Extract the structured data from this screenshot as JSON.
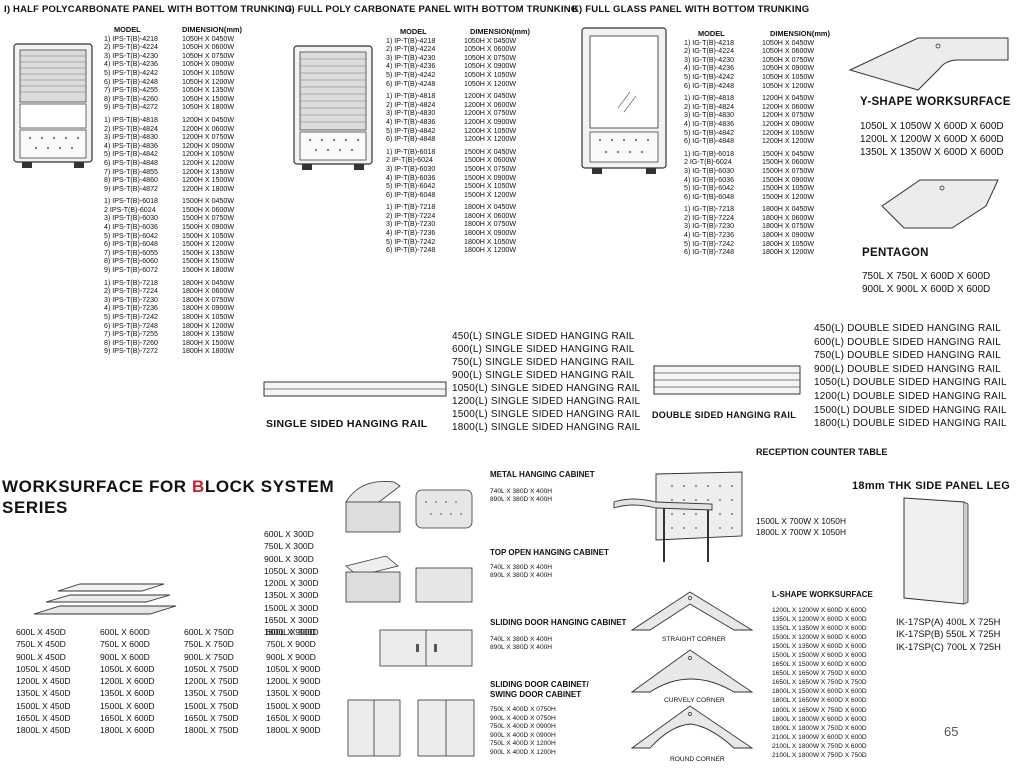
{
  "sec_i": {
    "title": "I) HALF POLYCARBONATE PANEL WITH BOTTOM TRUNKING",
    "col_model": "MODEL",
    "col_dim": "DIMENSION(mm)",
    "groups": [
      [
        [
          "1) IPS-T(B)-4218",
          "1050H X 0450W"
        ],
        [
          "2) IPS-T(B)-4224",
          "1050H X 0600W"
        ],
        [
          "3) IPS-T(B)-4230",
          "1050H X 0750W"
        ],
        [
          "4) IPS-T(B)-4236",
          "1050H X 0900W"
        ],
        [
          "5) IPS-T(B)-4242",
          "1050H X 1050W"
        ],
        [
          "6) IPS-T(B)-4248",
          "1050H X 1200W"
        ],
        [
          "7) IPS-T(B)-4255",
          "1050H X 1350W"
        ],
        [
          "8) IPS-T(B)-4260",
          "1050H X 1500W"
        ],
        [
          "9) IPS-T(B)-4272",
          "1050H X 1800W"
        ]
      ],
      [
        [
          "1) IPS-T(B)-4818",
          "1200H X 0450W"
        ],
        [
          "2) IPS-T(B)-4824",
          "1200H X 0600W"
        ],
        [
          "3) IPS-T(B)-4830",
          "1200H X 0750W"
        ],
        [
          "4) IPS-T(B)-4836",
          "1200H X 0900W"
        ],
        [
          "5) IPS-T(B)-4842",
          "1200H X 1050W"
        ],
        [
          "6) IPS-T(B)-4848",
          "1200H X 1200W"
        ],
        [
          "7) IPS-T(B)-4855",
          "1200H X 1350W"
        ],
        [
          "8) IPS-T(B)-4860",
          "1200H X 1500W"
        ],
        [
          "9) IPS-T(B)-4872",
          "1200H X 1800W"
        ]
      ],
      [
        [
          "1) IPS-T(B)-6018",
          "1500H X 0450W"
        ],
        [
          "2 IPS-T(B)-6024",
          "1500H X 0600W"
        ],
        [
          "3) IPS-T(B)-6030",
          "1500H X 0750W"
        ],
        [
          "4) IPS-T(B)-6036",
          "1500H X 0900W"
        ],
        [
          "5) IPS-T(B)-6042",
          "1500H X 1050W"
        ],
        [
          "6) IPS-T(B)-6048",
          "1500H X 1200W"
        ],
        [
          "7) IPS-T(B)-6055",
          "1500H X 1350W"
        ],
        [
          "8) IPS-T(B)-6060",
          "1500H X 1500W"
        ],
        [
          "9) IPS-T(B)-6072",
          "1500H X 1800W"
        ]
      ],
      [
        [
          "1) IPS-T(B)-7218",
          "1800H X 0450W"
        ],
        [
          "2) IPS-T(B)-7224",
          "1800H X 0600W"
        ],
        [
          "3) IPS-T(B)-7230",
          "1800H X 0750W"
        ],
        [
          "4) IPS-T(B)-7236",
          "1800H X 0900W"
        ],
        [
          "5) IPS-T(B)-7242",
          "1800H X 1050W"
        ],
        [
          "6) IPS-T(B)-7248",
          "1800H X 1200W"
        ],
        [
          "7) IPS-T(B)-7255",
          "1800H X 1350W"
        ],
        [
          "8) IPS-T(B)-7260",
          "1800H X 1500W"
        ],
        [
          "9) IPS-T(B)-7272",
          "1800H X 1800W"
        ]
      ]
    ]
  },
  "sec_j": {
    "title": "J) FULL POLY CARBONATE PANEL WITH BOTTOM TRUNKING",
    "col_model": "MODEL",
    "col_dim": "DIMENSION(mm)",
    "groups": [
      [
        [
          "1) IP-T(B)-4218",
          "1050H X 0450W"
        ],
        [
          "2) IP-T(B)-4224",
          "1050H X 0600W"
        ],
        [
          "3) IP-T(B)-4230",
          "1050H X 0750W"
        ],
        [
          "4) IP-T(B)-4236",
          "1050H X 0900W"
        ],
        [
          "5) IP-T(B)-4242",
          "1050H X 1050W"
        ],
        [
          "6) IP-T(B)-4248",
          "1050H X 1200W"
        ]
      ],
      [
        [
          "1) IP-T(B)-4818",
          "1200H X 0450W"
        ],
        [
          "2) IP-T(B)-4824",
          "1200H X 0600W"
        ],
        [
          "3) IP-T(B)-4830",
          "1200H X 0750W"
        ],
        [
          "4) IP-T(B)-4836",
          "1200H X 0900W"
        ],
        [
          "5) IP-T(B)-4842",
          "1200H X 1050W"
        ],
        [
          "6) IP-T(B)-4848",
          "1200H X 1200W"
        ]
      ],
      [
        [
          "1) IP-T(B)-6018",
          "1500H X 0450W"
        ],
        [
          "2 IP-T(B)-6024",
          "1500H X 0600W"
        ],
        [
          "3) IP-T(B)-6030",
          "1500H X 0750W"
        ],
        [
          "4) IP-T(B)-6036",
          "1500H X 0900W"
        ],
        [
          "5) IP-T(B)-6042",
          "1500H X 1050W"
        ],
        [
          "6) IP-T(B)-6048",
          "1500H X 1200W"
        ]
      ],
      [
        [
          "1) IP-T(B)-7218",
          "1800H X 0450W"
        ],
        [
          "2) IP-T(B)-7224",
          "1800H X 0600W"
        ],
        [
          "3) IP-T(B)-7230",
          "1800H X 0750W"
        ],
        [
          "4) IP-T(B)-7236",
          "1800H X 0900W"
        ],
        [
          "5) IP-T(B)-7242",
          "1800H X 1050W"
        ],
        [
          "6) IP-T(B)-7248",
          "1800H X 1200W"
        ]
      ]
    ]
  },
  "sec_k": {
    "title": "K) FULL GLASS PANEL WITH BOTTOM TRUNKING",
    "col_model": "MODEL",
    "col_dim": "DIMENSION(mm)",
    "groups": [
      [
        [
          "1) IG-T(B)-4218",
          "1050H X 0450W"
        ],
        [
          "2) IG-T(B)-4224",
          "1050H X 0600W"
        ],
        [
          "3) IG-T(B)-4230",
          "1050H X 0750W"
        ],
        [
          "4) IG-T(B)-4236",
          "1050H X 0900W"
        ],
        [
          "5) IG-T(B)-4242",
          "1050H X 1050W"
        ],
        [
          "6) IG-T(B)-4248",
          "1050H X 1200W"
        ]
      ],
      [
        [
          "1) IG-T(B)-4818",
          "1200H X 0450W"
        ],
        [
          "2) IG-T(B)-4824",
          "1200H X 0600W"
        ],
        [
          "3) IG-T(B)-4830",
          "1200H X 0750W"
        ],
        [
          "4) IG-T(B)-4836",
          "1200H X 0900W"
        ],
        [
          "5) IG-T(B)-4842",
          "1200H X 1050W"
        ],
        [
          "6) IG-T(B)-4848",
          "1200H X 1200W"
        ]
      ],
      [
        [
          "1) IG-T(B)-6018",
          "1500H X 0450W"
        ],
        [
          "2 IG-T(B)-6024",
          "1500H X 0600W"
        ],
        [
          "3) IG-T(B)-6030",
          "1500H X 0750W"
        ],
        [
          "4) IG-T(B)-6036",
          "1500H X 0900W"
        ],
        [
          "5) IG-T(B)-6042",
          "1500H X 1050W"
        ],
        [
          "6) IG-T(B)-6048",
          "1500H X 1200W"
        ]
      ],
      [
        [
          "1) IG-T(B)-7218",
          "1800H X 0450W"
        ],
        [
          "2) IG-T(B)-7224",
          "1800H X 0600W"
        ],
        [
          "3) IG-T(B)-7230",
          "1800H X 0750W"
        ],
        [
          "4) IG-T(B)-7236",
          "1800H X 0900W"
        ],
        [
          "5) IG-T(B)-7242",
          "1800H X 1050W"
        ],
        [
          "6) IG-T(B)-7248",
          "1800H X 1200W"
        ]
      ]
    ]
  },
  "y_shape": {
    "title": "Y-SHAPE WORKSURFACE",
    "items": [
      "1050L X 1050W X 600D X 600D",
      "1200L X 1200W X 600D X 600D",
      "1350L X 1350W X 600D X 600D"
    ]
  },
  "pentagon": {
    "title": "PENTAGON",
    "items": [
      "750L X 750L X 600D X 600D",
      "900L X 900L X 600D X 600D"
    ]
  },
  "single_rail": {
    "label": "SINGLE SIDED HANGING RAIL",
    "items": [
      "450(L) SINGLE SIDED HANGING RAIL",
      "600(L) SINGLE SIDED HANGING RAIL",
      "750(L) SINGLE SIDED HANGING RAIL",
      "900(L) SINGLE SIDED HANGING RAIL",
      "1050(L) SINGLE SIDED HANGING RAIL",
      "1200(L) SINGLE SIDED HANGING RAIL",
      "1500(L) SINGLE SIDED HANGING RAIL",
      "1800(L) SINGLE SIDED HANGING RAIL"
    ]
  },
  "double_rail": {
    "label": "DOUBLE SIDED HANGING RAIL",
    "items": [
      "450(L) DOUBLE SIDED HANGING RAIL",
      "600(L) DOUBLE SIDED HANGING RAIL",
      "750(L) DOUBLE SIDED HANGING RAIL",
      "900(L) DOUBLE SIDED HANGING RAIL",
      "1050(L) DOUBLE SIDED HANGING RAIL",
      "1200(L) DOUBLE SIDED HANGING RAIL",
      "1500(L) DOUBLE SIDED HANGING RAIL",
      "1800(L) DOUBLE SIDED HANGING RAIL"
    ]
  },
  "worksurface": {
    "title_line1_pre": "WORKSURFACE FOR ",
    "title_line1_accent": "B",
    "title_line1_post": "LOCK SYSTEM",
    "title_line2": "SERIES",
    "accent_color": "#c8202f",
    "top_list": [
      "600L X 300D",
      "750L X 300D",
      "900L X 300D",
      "1050L X 300D",
      "1200L X 300D",
      "1350L X 300D",
      "1500L X 300D",
      "1650L X 300D",
      "1800L X 300D"
    ],
    "columns": [
      [
        "600L X 450D",
        "750L X 450D",
        "900L X 450D",
        "1050L X 450D",
        "1200L X 450D",
        "1350L X 450D",
        "1500L X 450D",
        "1650L X 450D",
        "1800L X 450D"
      ],
      [
        "600L X 600D",
        "750L X 600D",
        "900L X 600D",
        "1050L X 600D",
        "1200L X 600D",
        "1350L X 600D",
        "1500L X 600D",
        "1650L X 600D",
        "1800L X 600D"
      ],
      [
        "600L X 750D",
        "750L X 750D",
        "900L X 750D",
        "1050L X 750D",
        "1200L X 750D",
        "1350L X 750D",
        "1500L X 750D",
        "1650L X 750D",
        "1800L X 750D"
      ],
      [
        "600L X 900D",
        "750L X 900D",
        "900L X 900D",
        "1050L X 900D",
        "1200L X 900D",
        "1350L X 900D",
        "1500L X 900D",
        "1650L X 900D",
        "1800L X 900D"
      ]
    ]
  },
  "cabinets": {
    "metal": {
      "title": "METAL HANGING CABINET",
      "items": [
        "740L X 380D X 400H",
        "890L X 380D X 400H"
      ]
    },
    "top_open": {
      "title": "TOP OPEN HANGING CABINET",
      "items": [
        "740L X 380D X 400H",
        "890L X 380D X 400H"
      ]
    },
    "sliding": {
      "title": "SLIDING DOOR HANGING CABINET",
      "items": [
        "740L X 380D X 400H",
        "890L X 380D X 400H"
      ]
    },
    "swing": {
      "title_line1": "SLIDING DOOR CABINET/",
      "title_line2": "SWING DOOR CABINET",
      "items": [
        "750L X 400D X 0750H",
        "900L X 400D X 0750H",
        "750L X 400D X 0900H",
        "900L X 400D X 0900H",
        "750L X 400D X 1200H",
        "900L X 400D X 1200H"
      ]
    }
  },
  "reception": {
    "title": "RECEPTION COUNTER TABLE",
    "items": [
      "1500L X 700W X 1050H",
      "1800L X 700W X 1050H"
    ]
  },
  "corners": {
    "straight": "STRAIGHT CORNER",
    "curvely": "CURVELY CORNER",
    "round": "ROUND CORNER"
  },
  "l_shape": {
    "title": "L-SHAPE WORKSURFACE",
    "items": [
      "1200L X 1200W X 600D X 600D",
      "1350L X 1200W X 600D X 600D",
      "1350L X 1350W X 600D X 600D",
      "1500L X 1200W X 600D X 600D",
      "1500L X 1350W X 600D X 600D",
      "1500L X 1500W X 600D X 600D",
      "1650L X 1500W X 600D X 600D",
      "1650L X 1650W X 750D X 600D",
      "1650L X 1650W X 750D X 750D",
      "1800L X 1500W X 600D X 600D",
      "1800L X 1650W X 600D X 600D",
      "1800L X 1650W X 750D X 600D",
      "1800L X 1800W X 600D X 600D",
      "1800L X 1800W X 750D X 600D",
      "2100L X 1800W X 600D X 600D",
      "2100L X 1800W X 750D X 600D",
      "2100L X 1800W X 750D X 750D"
    ]
  },
  "side_panel": {
    "title": "18mm THK SIDE PANEL LEG",
    "items": [
      "IK-17SP(A) 400L X 725H",
      "IK-17SP(B) 550L X 725H",
      "IK-17SP(C) 700L X 725H"
    ]
  },
  "page_number": "65"
}
